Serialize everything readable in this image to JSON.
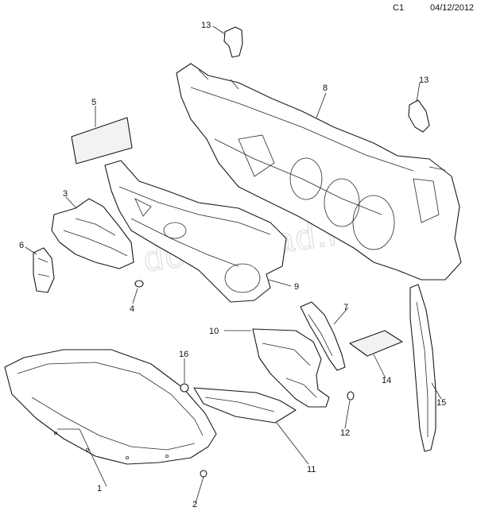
{
  "header": {
    "code": "C1",
    "date": "04/12/2012"
  },
  "watermark": "doubsklad.ru",
  "callouts": [
    "1",
    "2",
    "3",
    "4",
    "5",
    "6",
    "7",
    "8",
    "9",
    "10",
    "11",
    "12",
    "13",
    "13",
    "14",
    "15",
    "16"
  ]
}
